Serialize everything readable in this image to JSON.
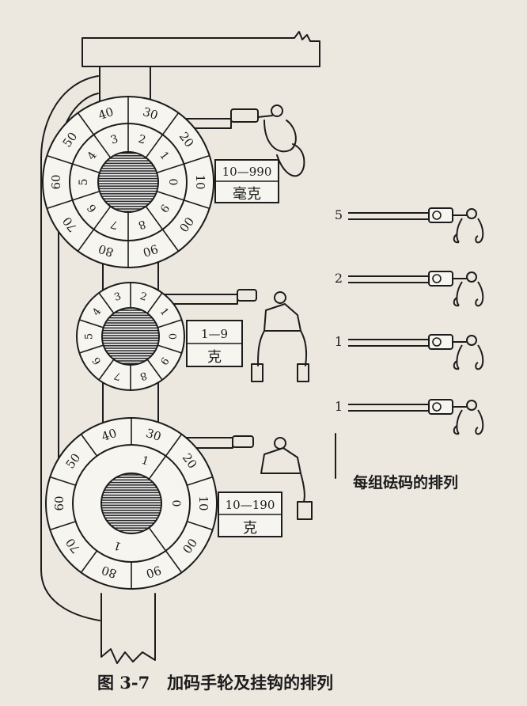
{
  "caption": "图 3-7   加码手轮及挂钩的排列",
  "dials": [
    {
      "range": "10—990",
      "unit": "毫克",
      "outer": [
        "20",
        "10",
        "00",
        "90",
        "80",
        "70",
        "60",
        "50",
        "40",
        "30"
      ],
      "inner": [
        "1",
        "0",
        "9",
        "8",
        "7",
        "6",
        "5",
        "4",
        "3",
        "2"
      ]
    },
    {
      "range": "1—9",
      "unit": "克",
      "inner": [
        "1",
        "0",
        "9",
        "8",
        "7",
        "6",
        "5",
        "4",
        "3",
        "2"
      ]
    },
    {
      "range": "10—190",
      "unit": "克",
      "outer": [
        "20",
        "10",
        "00",
        "90",
        "80",
        "70",
        "60",
        "50",
        "40",
        "30"
      ],
      "inner": [
        "1",
        "0",
        "1"
      ]
    }
  ],
  "weight_group": {
    "title": "每组砝码的排列",
    "labels": [
      "5",
      "2",
      "1",
      "1"
    ]
  }
}
